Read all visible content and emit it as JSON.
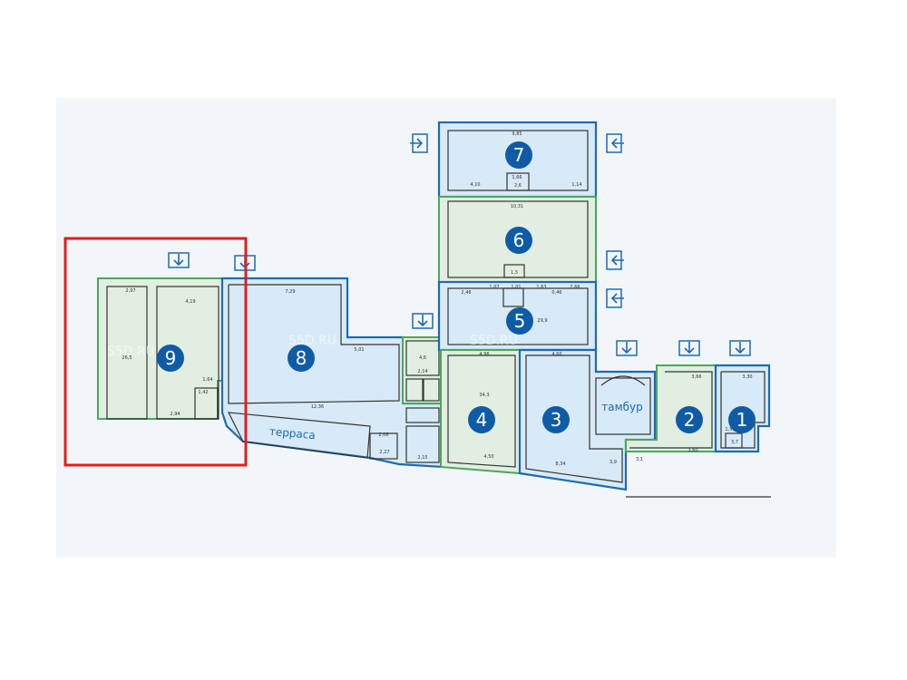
{
  "plan": {
    "watermark": "S5D.RU",
    "rooms": [
      {
        "number": "1",
        "area": "3,7"
      },
      {
        "number": "2",
        "area": "3,1"
      },
      {
        "number": "3",
        "area": "3,9"
      },
      {
        "number": "4",
        "area": "34,3"
      },
      {
        "number": "5",
        "area": "29,9"
      },
      {
        "number": "6",
        "area": "1,3"
      },
      {
        "number": "7",
        "area": "2,6"
      },
      {
        "number": "8",
        "area": "4,6"
      },
      {
        "number": "9",
        "area": "26,5"
      }
    ],
    "vestibule_label": "тамбур",
    "terrace_label": "терраса",
    "dimensions": [
      "9,85",
      "4,10",
      "1,14",
      "1,66",
      "10,31",
      "2,46",
      "1,07",
      "1,01",
      "1,63",
      "0,46",
      "2,66",
      "4,96",
      "4,50",
      "4,60",
      "8,34",
      "3,66",
      "3,60",
      "3,30",
      "1,56",
      "7,29",
      "5,01",
      "12,36",
      "2,97",
      "4,19",
      "1,64",
      "1,42",
      "2,94",
      "2,14",
      "2,15",
      "2,27",
      "2,06"
    ],
    "selected_section": "9",
    "colors": {
      "available": "#d8eaf7",
      "rented": "#e2eee2",
      "badge": "#0f5ba6",
      "highlight": "#e21d1d"
    }
  }
}
